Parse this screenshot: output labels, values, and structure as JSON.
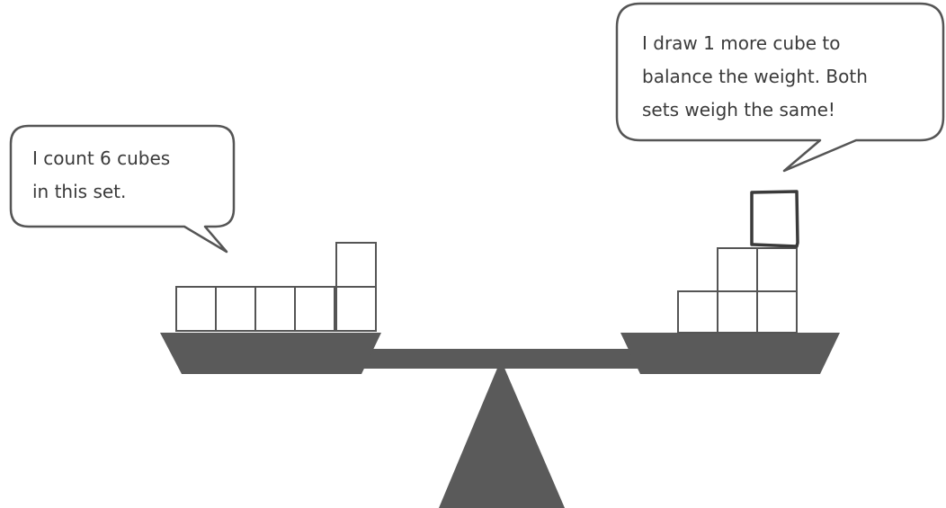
{
  "left_bubble": {
    "lines": [
      "I count 6 cubes",
      "in this set."
    ]
  },
  "right_bubble": {
    "lines": [
      "I draw 1 more cube to",
      "balance the weight.  Both",
      "sets weigh the same!"
    ]
  },
  "left_set": {
    "cube_count": 6
  },
  "right_set": {
    "printed_cube_count": 5,
    "drawn_cube_count": 1
  },
  "colors": {
    "scale": "#5a5a5a",
    "outline": "#555555",
    "cube_fill": "#ffffff"
  }
}
